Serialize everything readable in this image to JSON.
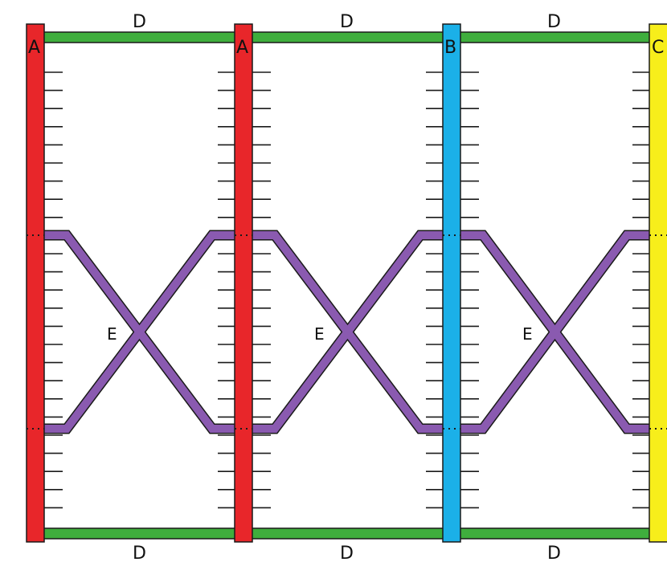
{
  "posts": [
    {
      "label": "A",
      "color": "#e8262a"
    },
    {
      "label": "A",
      "color": "#e8262a"
    },
    {
      "label": "B",
      "color": "#1bb0e8"
    },
    {
      "label": "C",
      "color": "#f7ee1b"
    }
  ],
  "rail_top_labels": [
    "D",
    "D",
    "D"
  ],
  "rail_bottom_labels": [
    "D",
    "D",
    "D"
  ],
  "brace_labels": [
    "E",
    "E",
    "E"
  ],
  "colors": {
    "rail": "#3fae3d",
    "brace": "#8a5ab0",
    "outline": "#1a1a1a"
  }
}
